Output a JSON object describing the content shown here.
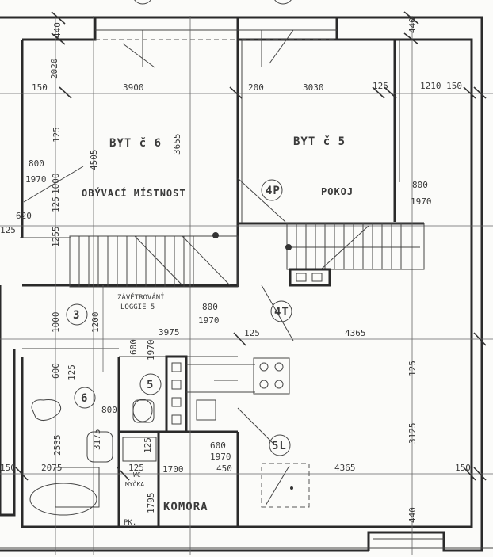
{
  "rooms": {
    "flat6_title": "BYT č 6",
    "flat6_room": "OBÝVACÍ MÍSTNOST",
    "flat5_title": "BYT č 5",
    "flat5_room": "POKOJ",
    "loggia_line1": "ZÁVĚTROVÁNÍ",
    "loggia_line2": "LOGGIE 5",
    "storage": "KOMORA",
    "dishwasher_line1": "WC",
    "dishwasher_line2": "MYČKA",
    "pk": "PK."
  },
  "markers": {
    "m_4p": "4P",
    "m_4t": "4T",
    "m_3": "3",
    "m_5": "5",
    "m_6": "6",
    "m_5l": "5L"
  },
  "dimensions": {
    "d_440_tl": "440",
    "d_440_tr": "440",
    "d_2020": "2020",
    "d_150_l": "150",
    "d_3900": "3900",
    "d_200": "200",
    "d_3030": "3030",
    "d_125_t": "125",
    "d_1210_150": "1210 150",
    "d_125_a": "125",
    "d_4505": "4505",
    "d_3655": "3655",
    "d_800_a": "800",
    "d_1970_a": "1970",
    "d_1000_a": "1000",
    "d_800_b": "800",
    "d_1970_b": "1970",
    "d_125_b": "125",
    "d_620": "620",
    "d_125_c": "125",
    "d_1255": "1255",
    "d_800_c": "800",
    "d_1970_c": "1970",
    "d_1000_b": "1000",
    "d_1200": "1200",
    "d_3975": "3975",
    "d_125_d": "125",
    "d_4365_a": "4365",
    "d_600_a": "600",
    "d_125_e": "125",
    "d_600_b": "600",
    "d_1970_d": "1970",
    "d_125_f": "125",
    "d_800_d": "800",
    "d_2535": "2535",
    "d_3175": "3175",
    "d_125_g": "125",
    "d_600_c": "600",
    "d_1970_e": "1970",
    "d_450": "450",
    "d_3125": "3125",
    "d_4365_b": "4365",
    "d_150_r": "150",
    "d_150_bl": "150",
    "d_2075": "2075",
    "d_125_h": "125",
    "d_1700": "1700",
    "d_1795": "1795",
    "d_440_b": "440"
  }
}
